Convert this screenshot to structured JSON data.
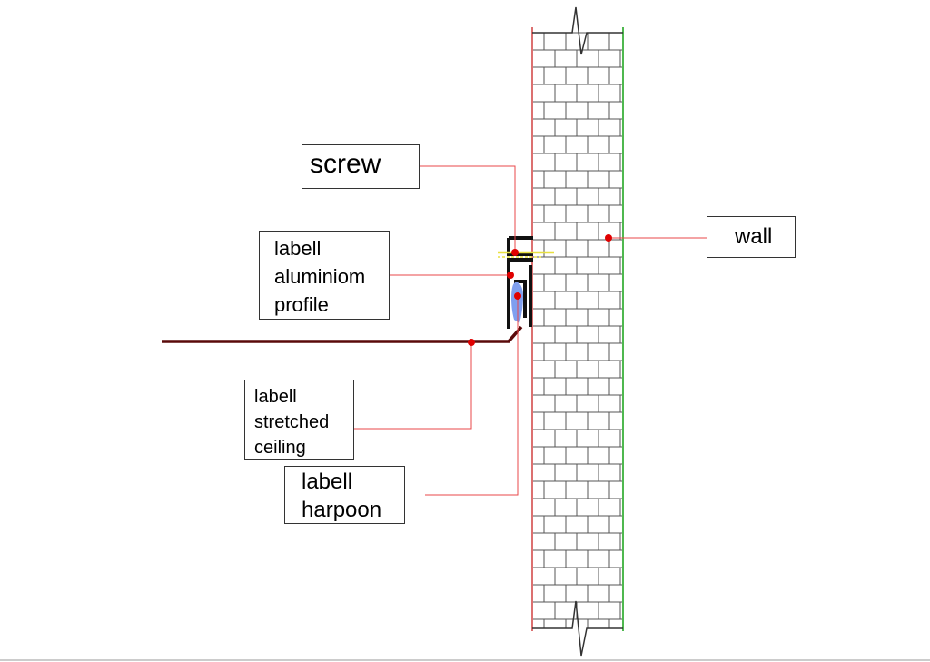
{
  "labels": {
    "screw": [
      "screw"
    ],
    "wall": [
      "wall"
    ],
    "profile": [
      "labell",
      "aluminiom",
      "profile"
    ],
    "ceiling": [
      "labell",
      "stretched",
      "ceiling"
    ],
    "harpoon": [
      "labell",
      "harpoon"
    ]
  },
  "colors": {
    "leader_line": "#e8474a",
    "leader_dot": "#e00000",
    "ceiling_line": "#5a0a0a",
    "brick_line": "#555555",
    "wall_right_edge": "#4fb84f",
    "wall_left_edge": "#d04040",
    "screw": "#e8e040",
    "harpoon": "#7f9fef",
    "profile": "#111111"
  }
}
